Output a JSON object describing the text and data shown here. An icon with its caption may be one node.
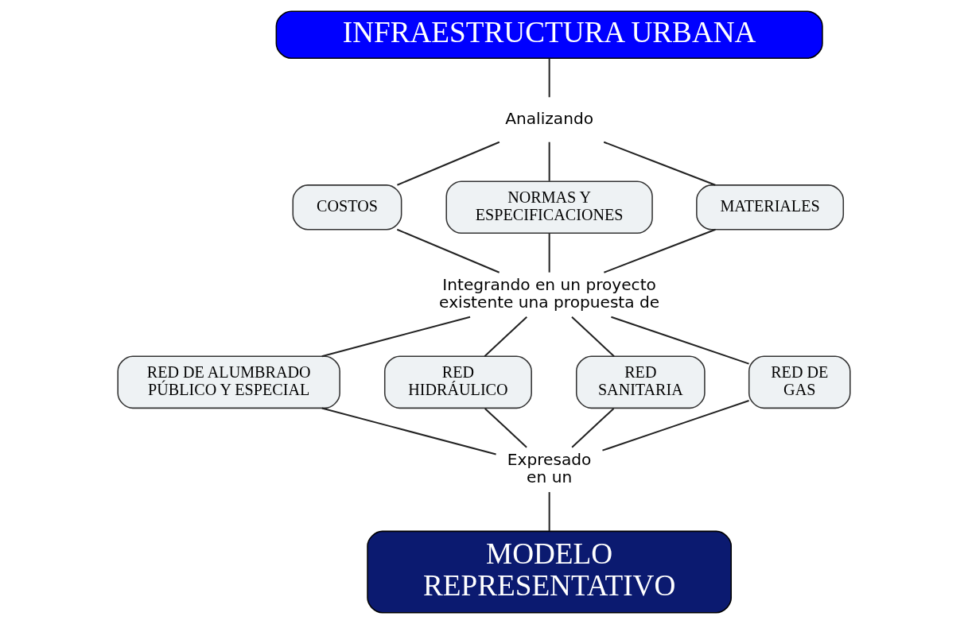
{
  "diagram": {
    "nodes": [
      {
        "text": [
          "INFRAESTRUCTURA URBANA"
        ]
      },
      {
        "text": [
          "Analizando"
        ]
      },
      {
        "text": [
          "COSTOS"
        ]
      },
      {
        "text": [
          "NORMAS Y ESPECIFICACIONES"
        ]
      },
      {
        "text": [
          "MATERIALES"
        ]
      },
      {
        "text": [
          "Integrando en un proyecto existente una propuesta de"
        ]
      },
      {
        "text": [
          "RED DE ALUMBRADO PÚBLICO Y ESPECIAL"
        ]
      },
      {
        "text": [
          "RED HIDRÁULICO"
        ]
      },
      {
        "text": [
          "RED SANITARIA"
        ]
      },
      {
        "text": [
          "RED DE GAS"
        ]
      },
      {
        "text": [
          "Expresado en un"
        ]
      },
      {
        "text": [
          "MODELO REPRESENTATIVO"
        ]
      }
    ],
    "edges": [
      {
        "from": 0,
        "to": 1,
        "arrow": "none"
      },
      {
        "from": 1,
        "to": 2,
        "arrow": "none"
      },
      {
        "from": 1,
        "to": 3,
        "arrow": "none"
      },
      {
        "from": 1,
        "to": 4,
        "arrow": "none"
      },
      {
        "from": 2,
        "to": 5,
        "arrow": "none"
      },
      {
        "from": 3,
        "to": 5,
        "arrow": "none"
      },
      {
        "from": 4,
        "to": 5,
        "arrow": "none"
      },
      {
        "from": 5,
        "to": 6,
        "arrow": "none"
      },
      {
        "from": 5,
        "to": 7,
        "arrow": "none"
      },
      {
        "from": 5,
        "to": 8,
        "arrow": "none"
      },
      {
        "from": 5,
        "to": 9,
        "arrow": "none"
      },
      {
        "from": 6,
        "to": 10,
        "arrow": "none"
      },
      {
        "from": 7,
        "to": 10,
        "arrow": "none"
      },
      {
        "from": 8,
        "to": 10,
        "arrow": "none"
      },
      {
        "from": 9,
        "to": 10,
        "arrow": "none"
      },
      {
        "from": 10,
        "to": 11,
        "arrow": "none"
      }
    ]
  }
}
